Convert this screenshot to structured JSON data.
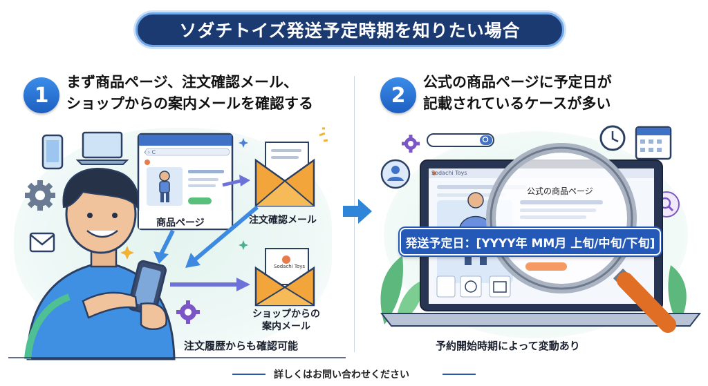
{
  "title": "ソダチトイズ発送予定時期を知りたい場合",
  "step1": {
    "number": "1",
    "line1": "まず商品ページ、注文確認メール、",
    "line2": "ショップからの案内メールを確認する",
    "product_page_label": "商品ページ",
    "order_mail_label": "注文確認メール",
    "shop_mail_label_line1": "ショップからの",
    "shop_mail_label_line2": "案内メール",
    "history_note": "注文履歴からも確認可能",
    "shop_logo_text": "Sodachi Toys"
  },
  "step2": {
    "number": "2",
    "line1": "公式の商品ページに予定日が",
    "line2": "記載されているケースが多い",
    "site_name": "Sodachi Toys",
    "official_page_label": "公式の商品ページ",
    "shipping_date": "発送予定日：[YYYY年 MM月 上旬/中旬/下旬]",
    "note": "予約開始時期によって変動あり"
  },
  "footer": {
    "text": "詳しくはお問い合わせください"
  },
  "colors": {
    "title_bg": "#1c3a72",
    "accent_blue": "#2459b8",
    "envelope_orange": "#f1a53a",
    "magnifier_handle": "#e8742a"
  }
}
